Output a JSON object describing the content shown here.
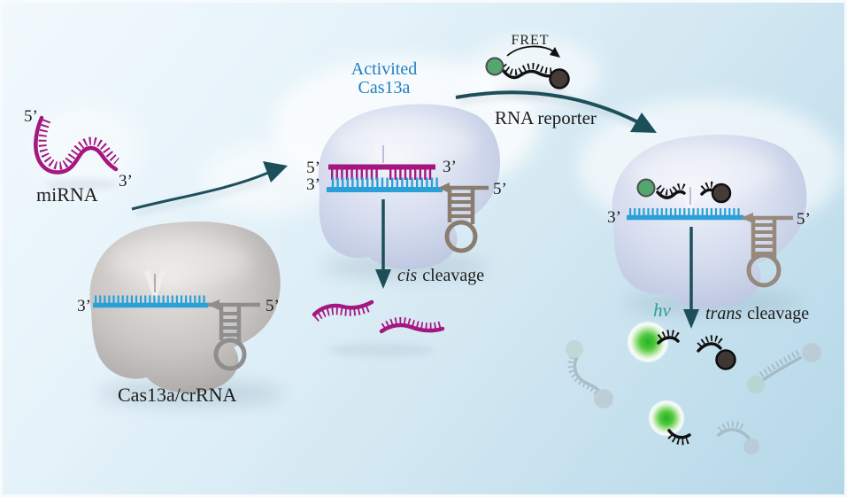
{
  "figure": {
    "description": "CRISPR-Cas13a miRNA detection mechanism diagram",
    "labels": {
      "mirna_five": "5’",
      "mirna_three": "3’",
      "mirna": "miRNA",
      "complex_three": "3’",
      "complex_five": "5’",
      "complex_label": "Cas13a/crRNA",
      "activated_line1": "Activited",
      "activated_line2": "Cas13a",
      "duplex_five_left": "5’",
      "duplex_three_left": "3’",
      "duplex_three_right": "3’",
      "duplex_five_right": "5’",
      "fret": "FRET",
      "rna_reporter": "RNA reporter",
      "cis_word": "cis",
      "cis_cleavage_word": "cleavage",
      "trans_word": "trans",
      "trans_cleavage_word": "cleavage",
      "hv": "hν",
      "right_three": "3’",
      "right_five": "5’"
    },
    "colors": {
      "mirna_magenta": "#a51680",
      "crrna_blue": "#2aa0d8",
      "hairpin_gray": "#8e8e8e",
      "hairpin_brown": "#8a7c6e",
      "arrow_teal": "#1d4f5b",
      "activated_text_blue": "#1e7ec0",
      "hv_teal": "#2aa095",
      "fluorophore_green": "#55a571",
      "glow_green": "#2eb82e",
      "quencher_dark": "#463c37",
      "blob_blue": "#ccd5ea",
      "blob_gray": "#bdbab8",
      "background_top": "#f1f9fd",
      "background_bottom": "#b4d7e8"
    }
  }
}
